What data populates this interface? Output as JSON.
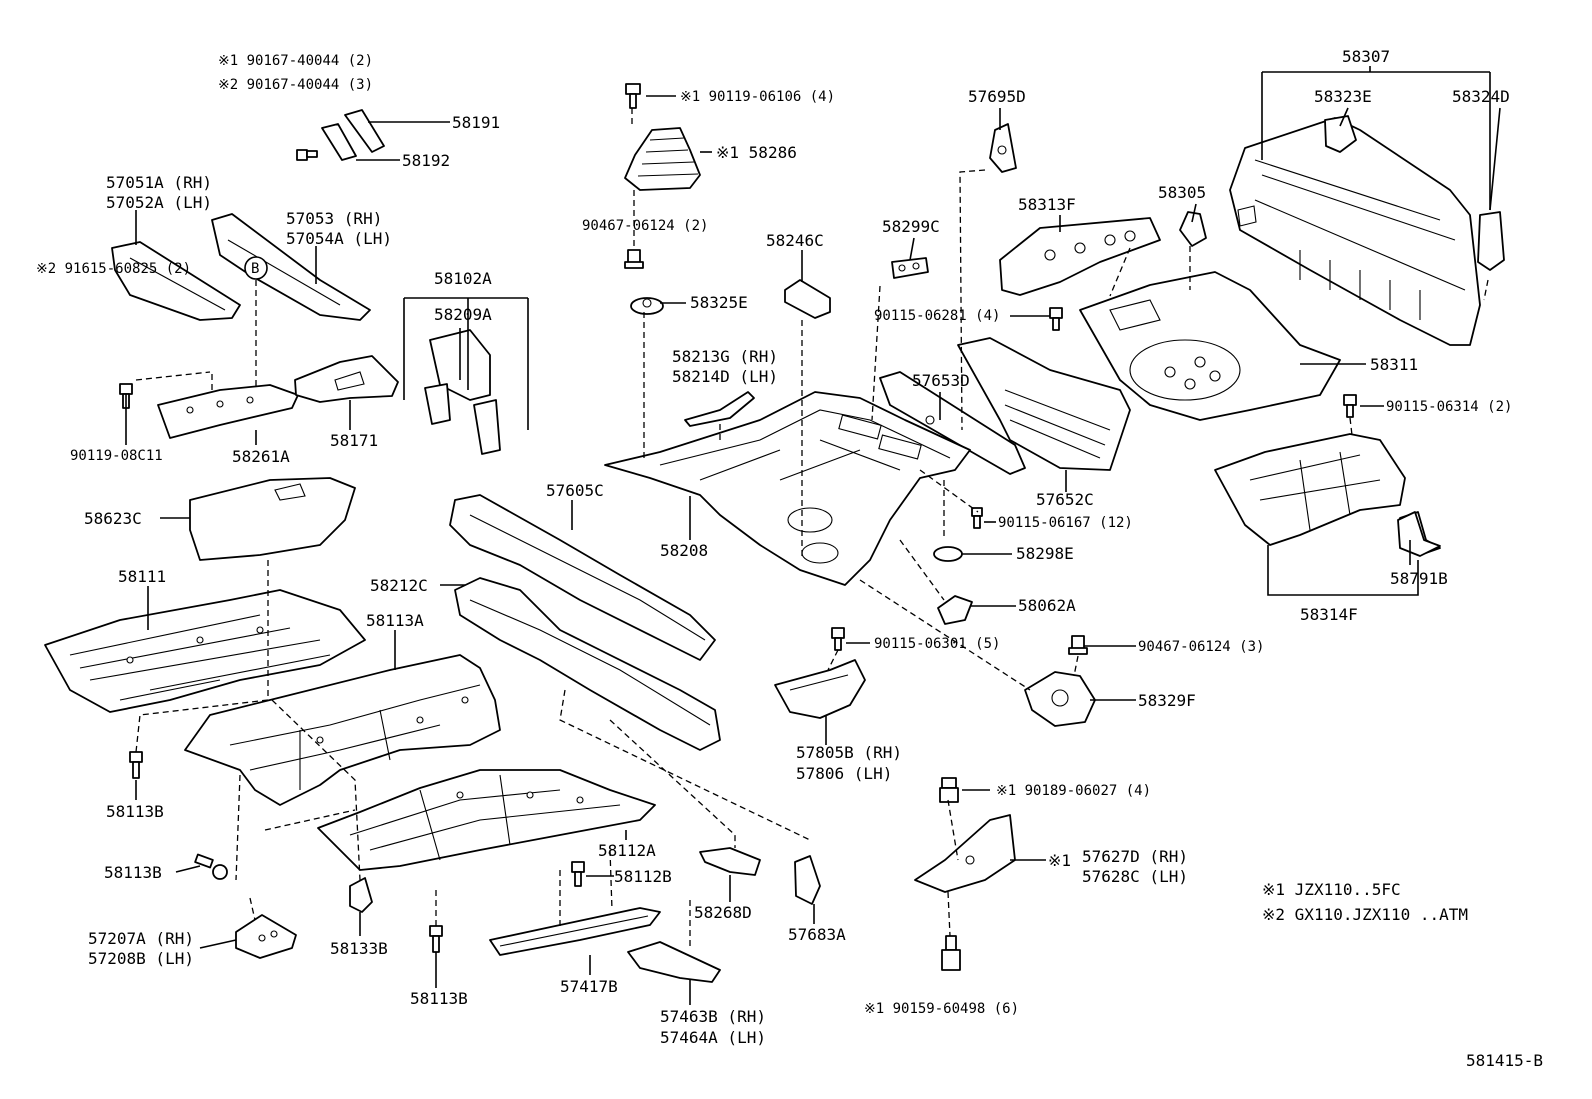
{
  "labels": {
    "p58307": "58307",
    "p58323E": "58323E",
    "p58324D": "58324D",
    "p57695D": "57695D",
    "p58305": "58305",
    "p58313F": "58313F",
    "p58299C": "58299C",
    "p58246C": "58246C",
    "p90119_06106": "※1 90119-06106 (4)",
    "p58286": "※1 58286",
    "p90467_06124_2": "90467-06124 (2)",
    "p58325E": "58325E",
    "p58213G": "58213G (RH)",
    "p58214D": "58214D (LH)",
    "p90115_06281": "90115-06281 (4)",
    "p58311": "58311",
    "p90115_06314": "90115-06314 (2)",
    "p57653D": "57653D",
    "p57652C": "57652C",
    "p90115_06167": "90115-06167 (12)",
    "p58298E": "58298E",
    "p58062A": "58062A",
    "p58208": "58208",
    "p57605C": "57605C",
    "p58212C": "58212C",
    "p58113A": "58113A",
    "p90115_06301": "90115-06301 (5)",
    "p90467_06124_3": "90467-06124 (3)",
    "p58329F": "58329F",
    "p57805B": "57805B (RH)",
    "p57806": "57806   (LH)",
    "p58314F": "58314F",
    "p58791B": "58791B",
    "p90167_1": "※1 90167-40044 (2)",
    "p90167_2": "※2 90167-40044 (3)",
    "p58191": "58191",
    "p58192": "58192",
    "p57051A": "57051A (RH)",
    "p57052A": "57052A (LH)",
    "p57053": "57053  (RH)",
    "p57054A": "57054A (LH)",
    "p58102A": "58102A",
    "p58209A": "58209A",
    "p91615": "※2  91615-60825 (2)",
    "p_b": "B",
    "p90119_08C11": "90119-08C11",
    "p58261A": "58261A",
    "p58171": "58171",
    "p58623C": "58623C",
    "p58111": "58111",
    "p58113B_1": "58113B",
    "p58113B_2": "58113B",
    "p58113B_3": "58113B",
    "p57207A": "57207A (RH)",
    "p57208B": "57208B (LH)",
    "p58133B": "58133B",
    "p58112A": "58112A",
    "p58112B": "58112B",
    "p58268D": "58268D",
    "p57683A": "57683A",
    "p57417B": "57417B",
    "p57463B": "57463B (RH)",
    "p57464A": "57464A (LH)",
    "p90189": "※1  90189-06027 (4)",
    "p57627D_mark": "※1",
    "p57627D": "57627D (RH)",
    "p57628C": "57628C (LH)",
    "p90159": "※1  90159-60498 (6)"
  },
  "notes": {
    "note1": "※1  JZX110..5FC",
    "note2": "※2 GX110.JZX110 ..ATM"
  },
  "figure_id": "581415-B"
}
